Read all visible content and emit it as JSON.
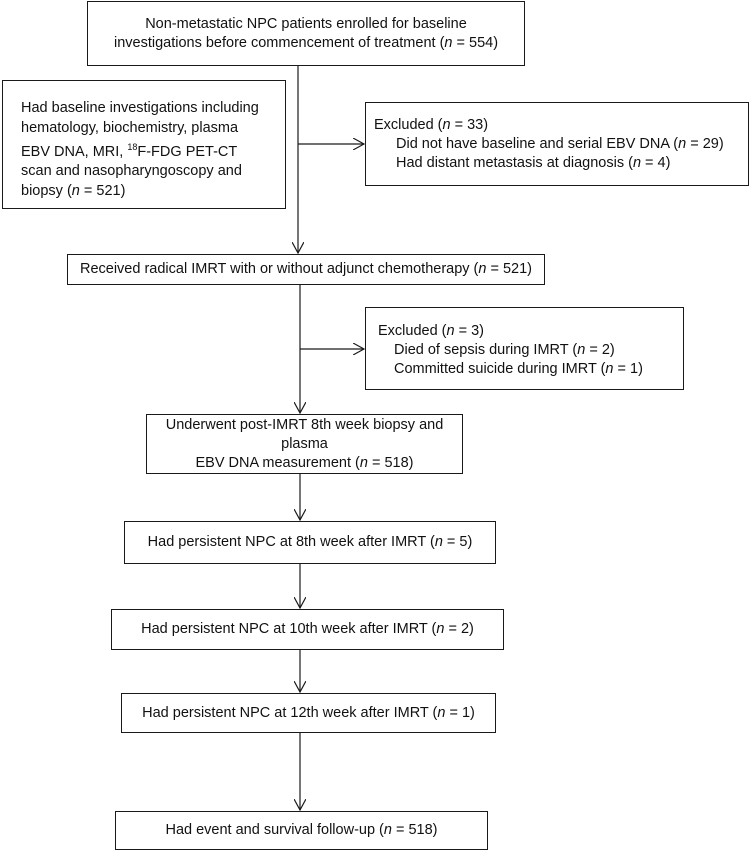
{
  "boxes": {
    "enrolled": {
      "line1": "Non-metastatic NPC patients enrolled for baseline",
      "line2_pre": "investigations before commencement of treatment (",
      "n": "n",
      "line2_post": " = 554)"
    },
    "baseline": {
      "line1": "Had baseline investigations including",
      "line2": "hematology, biochemistry, plasma",
      "line3_pre": "EBV DNA, MRI, ",
      "line3_sup": "18",
      "line3_post": "F-FDG PET-CT",
      "line4": "scan and nasopharyngoscopy and",
      "line5_pre": "biopsy (",
      "n": "n",
      "line5_post": " = 521)"
    },
    "excluded1": {
      "title_pre": "Excluded (",
      "n": "n",
      "title_post": " = 33)",
      "item1_pre": "Did not have baseline and serial EBV DNA (",
      "item1_post": " = 29)",
      "item2_pre": "Had distant metastasis at diagnosis (",
      "item2_post": " = 4)"
    },
    "imrt": {
      "text_pre": "Received radical IMRT with or without adjunct chemotherapy (",
      "n": "n",
      "text_post": " = 521)"
    },
    "excluded2": {
      "title_pre": "Excluded (",
      "n": "n",
      "title_post": " = 3)",
      "item1_pre": "Died of sepsis during IMRT (",
      "item1_post": " = 2)",
      "item2_pre": "Committed suicide during IMRT (",
      "item2_post": " = 1)"
    },
    "post_imrt": {
      "line1": "Underwent post-IMRT 8th week biopsy and plasma",
      "line2_pre": "EBV DNA measurement (",
      "n": "n",
      "line2_post": " = 518)"
    },
    "week8": {
      "text_pre": "Had persistent NPC at 8th week after IMRT (",
      "n": "n",
      "text_post": " = 5)"
    },
    "week10": {
      "text_pre": "Had persistent NPC at 10th week after IMRT (",
      "n": "n",
      "text_post": " = 2)"
    },
    "week12": {
      "text_pre": "Had persistent NPC at 12th week after IMRT (",
      "n": "n",
      "text_post": " = 1)"
    },
    "followup": {
      "text_pre": "Had event and survival follow-up (",
      "n": "n",
      "text_post": " = 518)"
    }
  }
}
